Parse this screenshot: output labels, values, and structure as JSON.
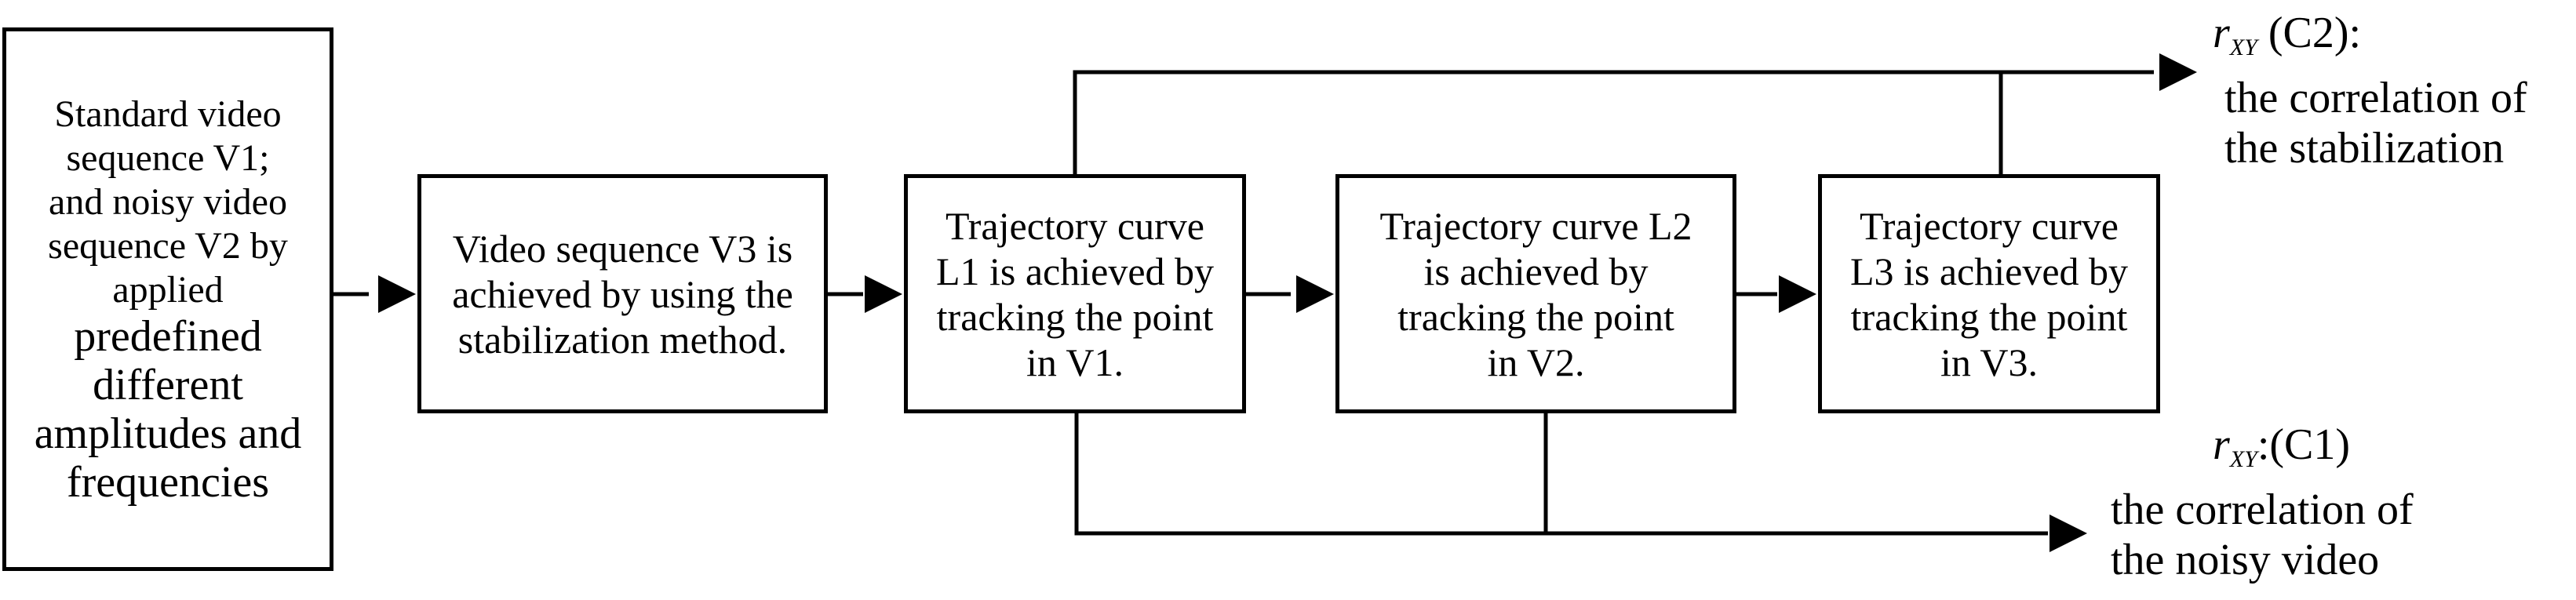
{
  "boxes": {
    "input": {
      "lines": [
        "Standard video",
        "sequence V1;",
        "and noisy video",
        "sequence V2 by",
        "applied"
      ],
      "big_lines": [
        "predefined",
        "different",
        "amplitudes and",
        "frequencies"
      ]
    },
    "stabilize": {
      "lines": [
        "Video sequence V3 is",
        "achieved by using the",
        "stabilization method."
      ]
    },
    "l1": {
      "lines": [
        "Trajectory curve",
        "L1 is achieved by",
        "tracking the point",
        "in V1."
      ]
    },
    "l2": {
      "lines": [
        "Trajectory curve L2",
        "is achieved by",
        "tracking the point",
        "in V2."
      ]
    },
    "l3": {
      "lines": [
        "Trajectory curve",
        "L3 is achieved by",
        "tracking the point",
        "in V3."
      ]
    }
  },
  "outputs": {
    "c2": {
      "symbol": "r",
      "subscript": "XY",
      "suffix": " (C2):",
      "lines": [
        "the correlation of",
        "the stabilization"
      ]
    },
    "c1": {
      "symbol": "r",
      "subscript": "XY",
      "suffix": ":(C1)",
      "lines": [
        "the correlation of",
        "the noisy video"
      ]
    }
  },
  "colors": {
    "stroke": "#000000",
    "background": "#ffffff"
  }
}
